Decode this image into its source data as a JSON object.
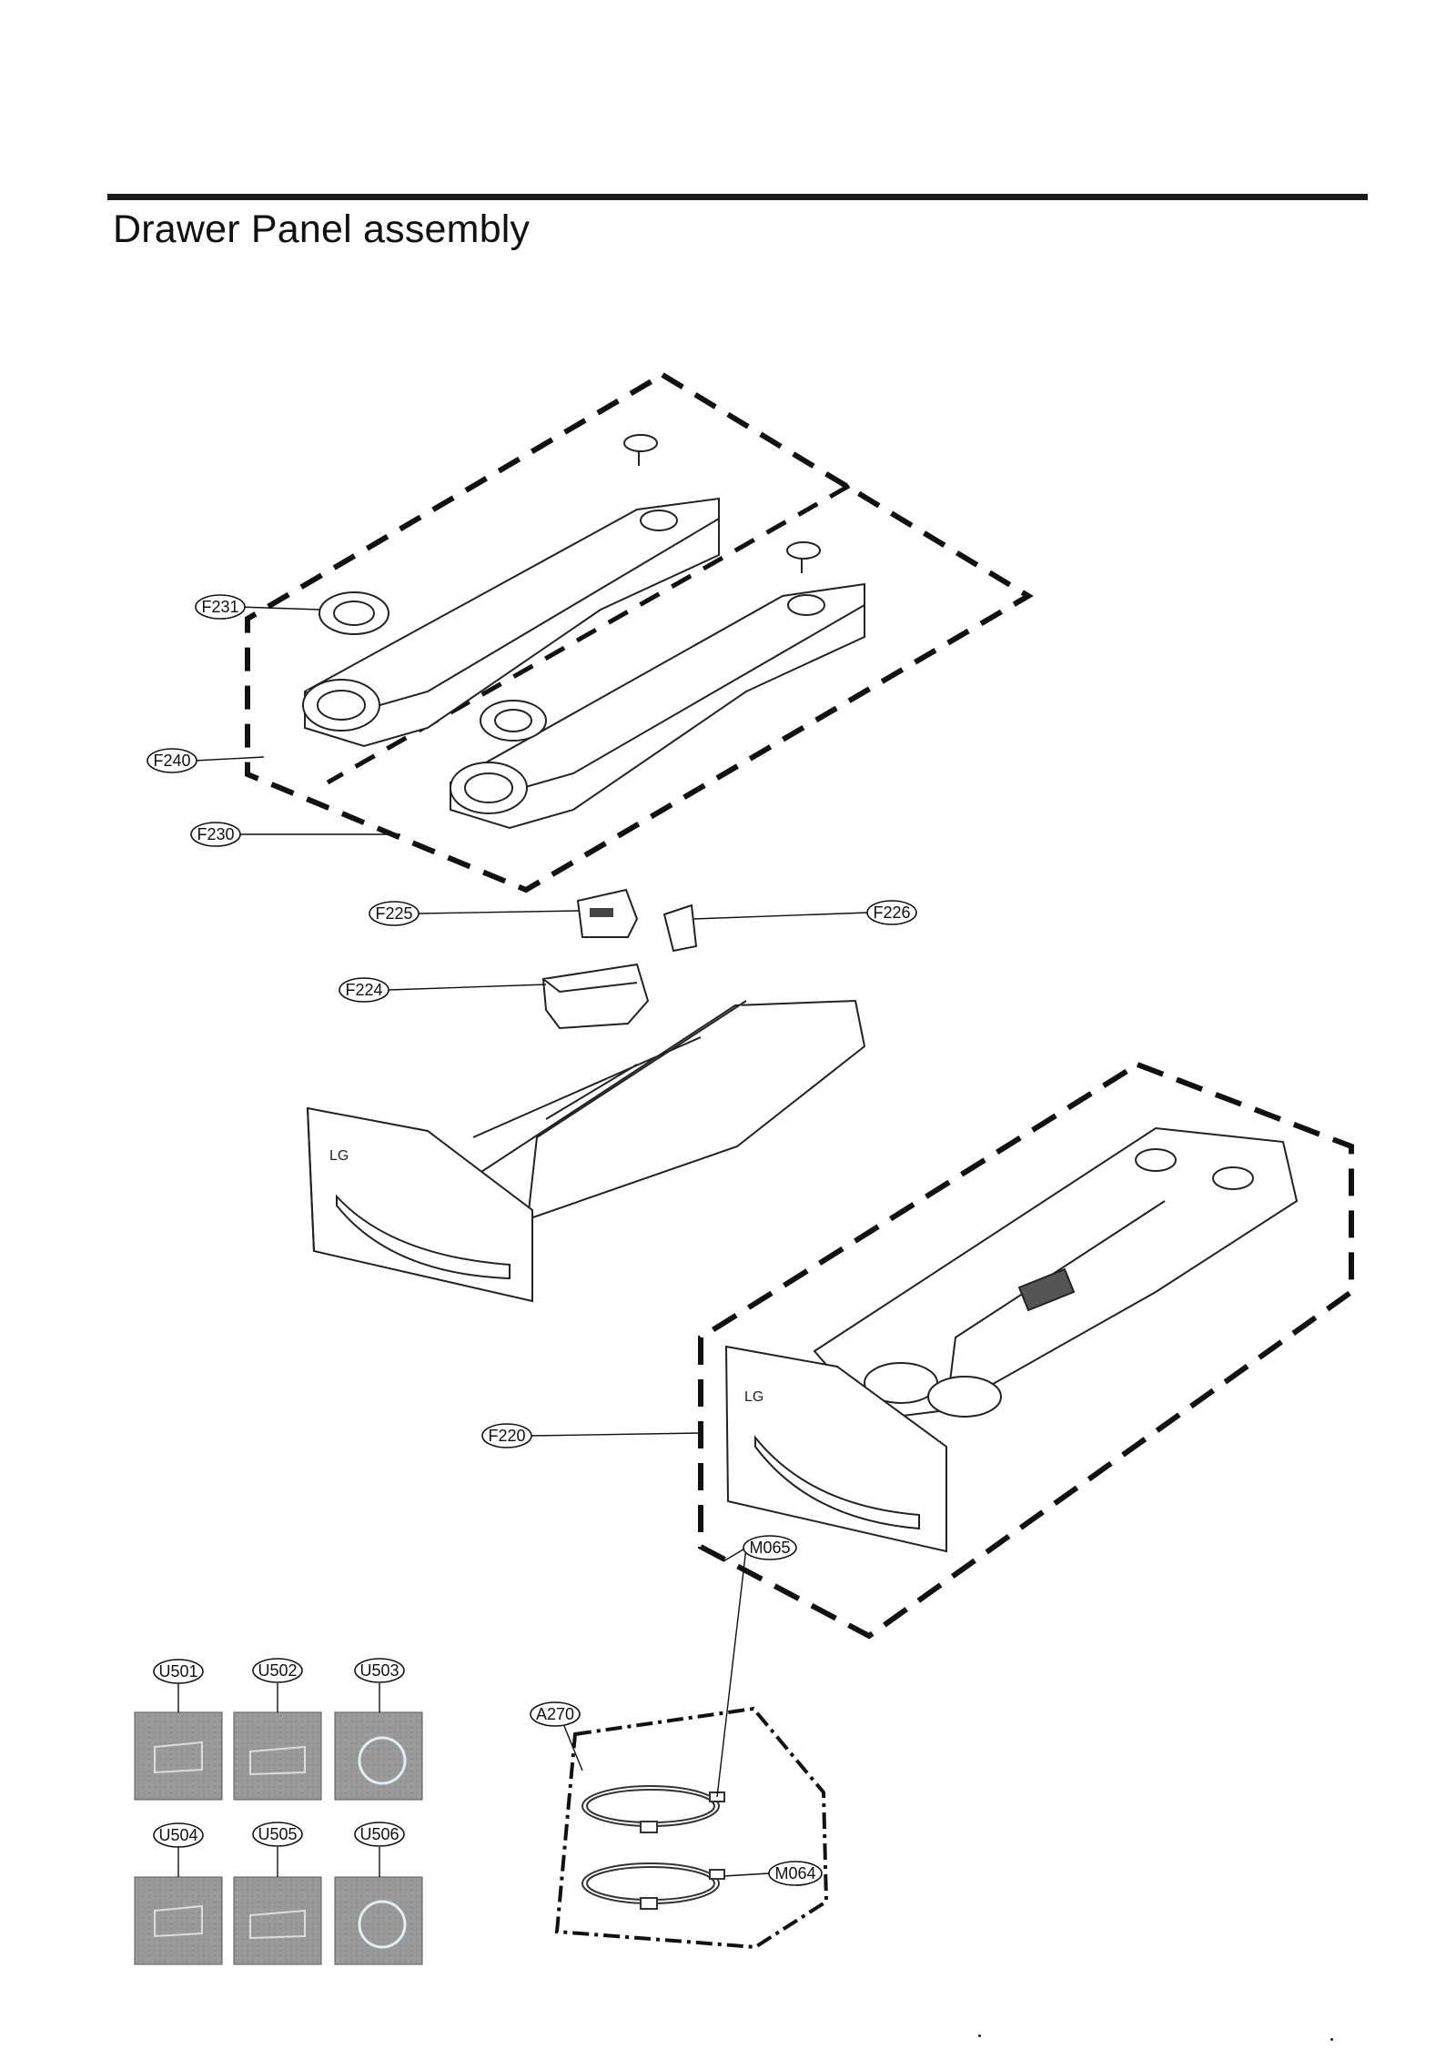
{
  "page": {
    "title": "Drawer Panel assembly"
  },
  "parts": [
    {
      "id": "F231"
    },
    {
      "id": "F240"
    },
    {
      "id": "F230"
    },
    {
      "id": "F225"
    },
    {
      "id": "F226"
    },
    {
      "id": "F224"
    },
    {
      "id": "F220"
    },
    {
      "id": "U501"
    },
    {
      "id": "U502"
    },
    {
      "id": "U503"
    },
    {
      "id": "U504"
    },
    {
      "id": "U505"
    },
    {
      "id": "U506"
    },
    {
      "id": "A270"
    },
    {
      "id": "M065"
    },
    {
      "id": "M064"
    }
  ]
}
